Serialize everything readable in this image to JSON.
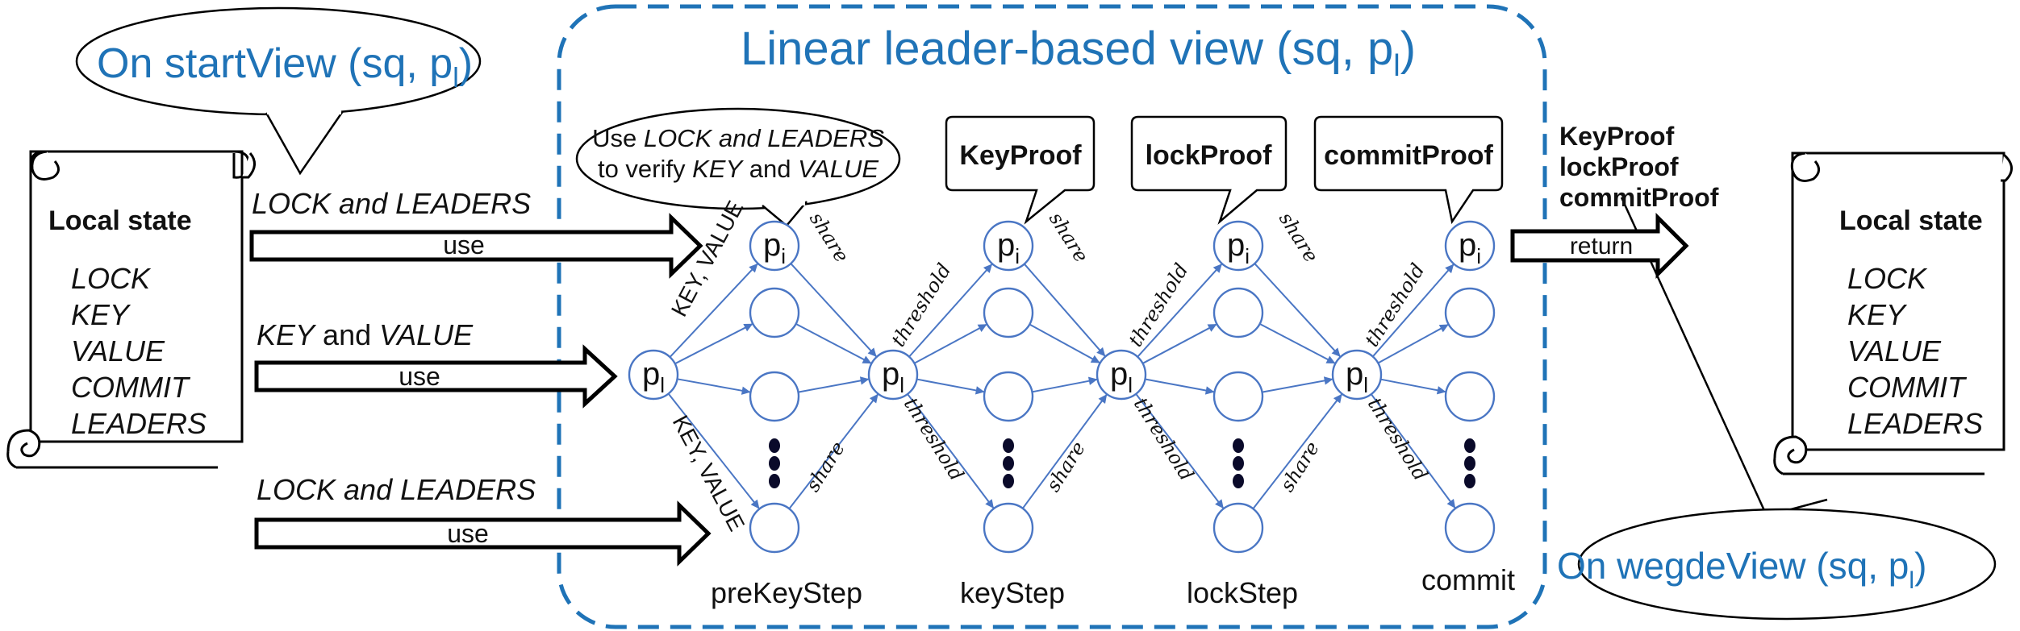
{
  "view": {
    "title": "Linear leader-based view (sq, p",
    "title_sub": "l",
    "title_end": ")"
  },
  "start_callout": {
    "text": "On  startView (sq, p",
    "sub": "l",
    "end": ")"
  },
  "wedge_callout": {
    "text": "On wegdeView (sq, p",
    "sub": "l",
    "end": ")"
  },
  "left_state": {
    "title": "Local state",
    "items": [
      "LOCK",
      "KEY",
      "VALUE",
      "COMMIT",
      "LEADERS"
    ]
  },
  "right_state": {
    "title": "Local state",
    "items": [
      "LOCK",
      "KEY",
      "VALUE",
      "COMMIT",
      "LEADERS"
    ]
  },
  "left_arrows": [
    {
      "label": "LOCK and LEADERS",
      "action": "use"
    },
    {
      "key": "KEY",
      "and": " and ",
      "value": "VALUE",
      "action": "use"
    },
    {
      "label": "LOCK and LEADERS",
      "action": "use"
    }
  ],
  "verify_callout": {
    "line1_a": "Use ",
    "line1_b": "LOCK and LEADERS",
    "line2_a": "to verify ",
    "line2_b": "KEY",
    "line2_c": " and ",
    "line2_d": "VALUE"
  },
  "proof_boxes": [
    "KeyProof",
    "lockProof",
    "commitProof"
  ],
  "return_block": {
    "proofs": [
      "KeyProof",
      "lockProof",
      "commitProof"
    ],
    "action": "return"
  },
  "nodes": {
    "leader": "p",
    "leader_sub": "l",
    "replica": "p",
    "replica_sub": "i",
    "dots": "⋮"
  },
  "edge_labels": {
    "key_value": "KEY, VALUE",
    "share": "share",
    "threshold": "threshold"
  },
  "steps": [
    "preKeyStep",
    "keyStep",
    "lockStep",
    "commit"
  ]
}
